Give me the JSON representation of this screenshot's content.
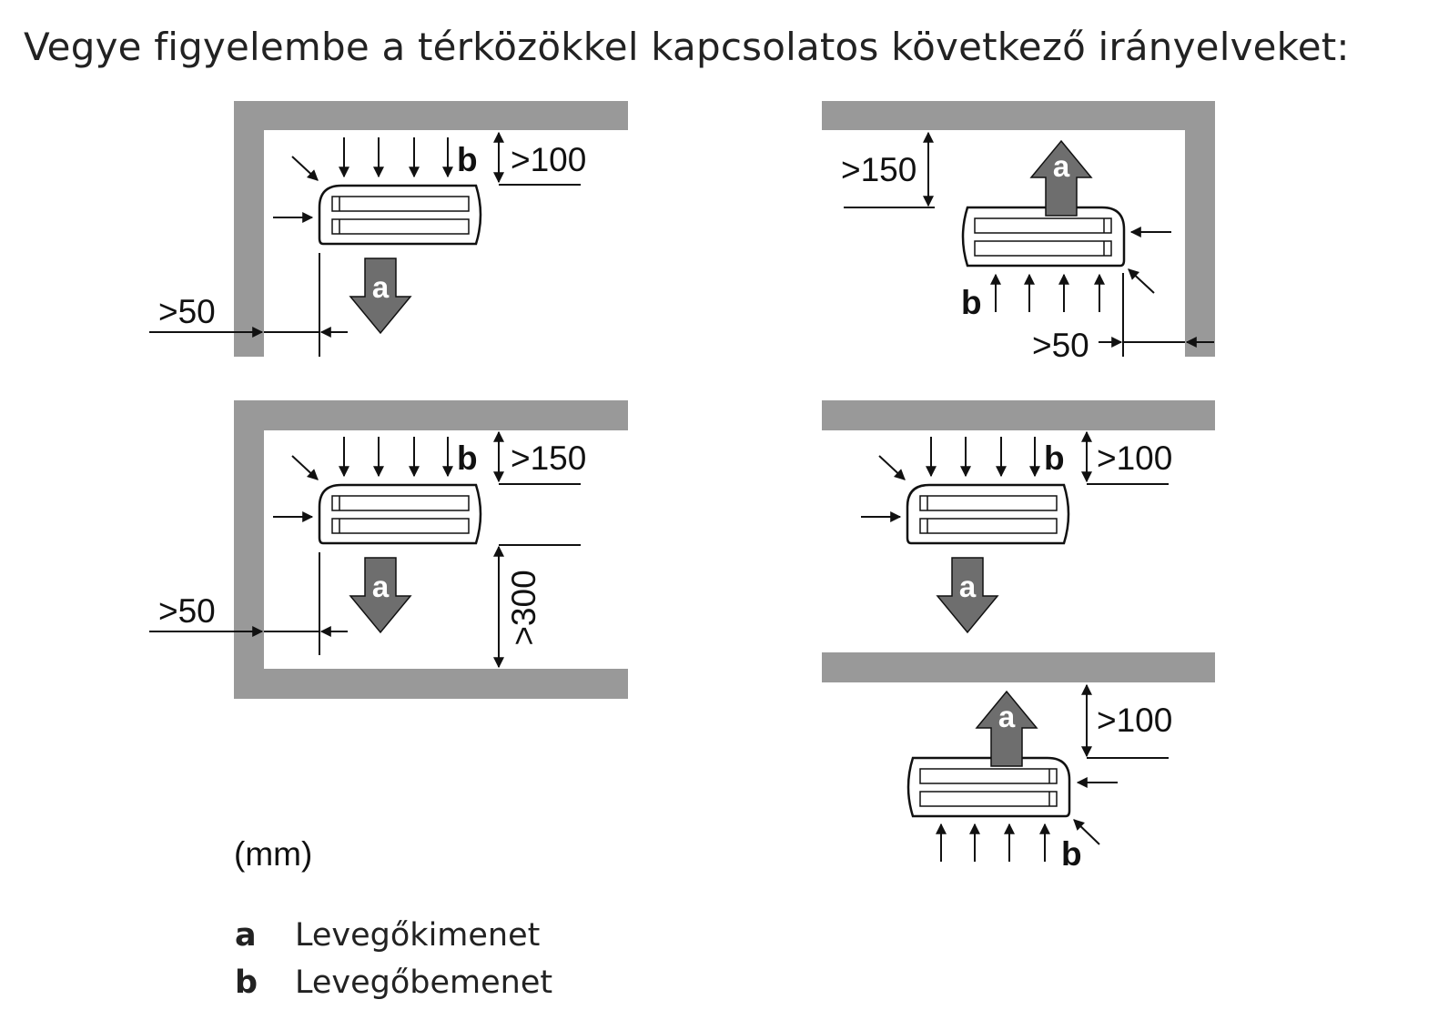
{
  "title": "Vegye figyelembe a térközökkel kapcsolatos következő irányelveket:",
  "colors": {
    "wall": "#999999",
    "line": "#111111",
    "outlet_arrow": "#6e6e6e",
    "unit_fill": "#ffffff"
  },
  "unit_note": "(mm)",
  "panels": {
    "top_left": {
      "top": ">100",
      "side": ">50",
      "inlet": "b",
      "outlet": "a"
    },
    "top_right": {
      "top": ">150",
      "side": ">50",
      "inlet": "b",
      "outlet": "a"
    },
    "bottom_left": {
      "top": ">150",
      "bottom": ">300",
      "side": ">50",
      "inlet": "b",
      "outlet": "a"
    },
    "bottom_right": {
      "upper": {
        "top": ">100",
        "inlet": "b",
        "outlet": "a"
      },
      "lower": {
        "top": ">100",
        "inlet": "b",
        "outlet": "a"
      }
    }
  },
  "legend": [
    {
      "key": "a",
      "label": "Levegőkimenet"
    },
    {
      "key": "b",
      "label": "Levegőbemenet"
    }
  ]
}
